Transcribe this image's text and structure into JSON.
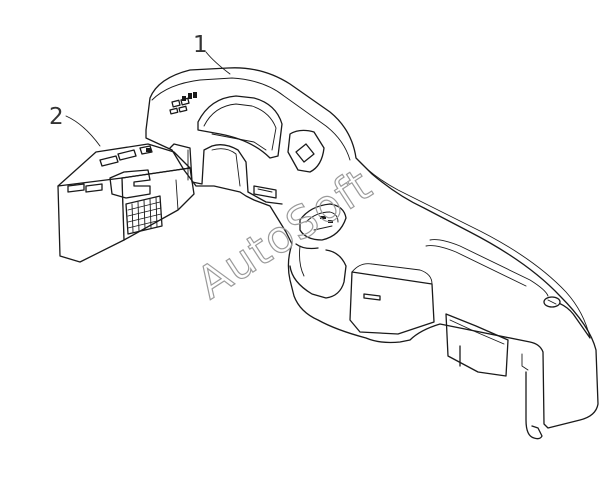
{
  "diagram": {
    "callouts": [
      {
        "number": "1"
      },
      {
        "number": "2"
      }
    ],
    "watermark": "AutoSoft",
    "ink_color": "#1a1a1a",
    "watermark_color": "#9a9a9a"
  }
}
